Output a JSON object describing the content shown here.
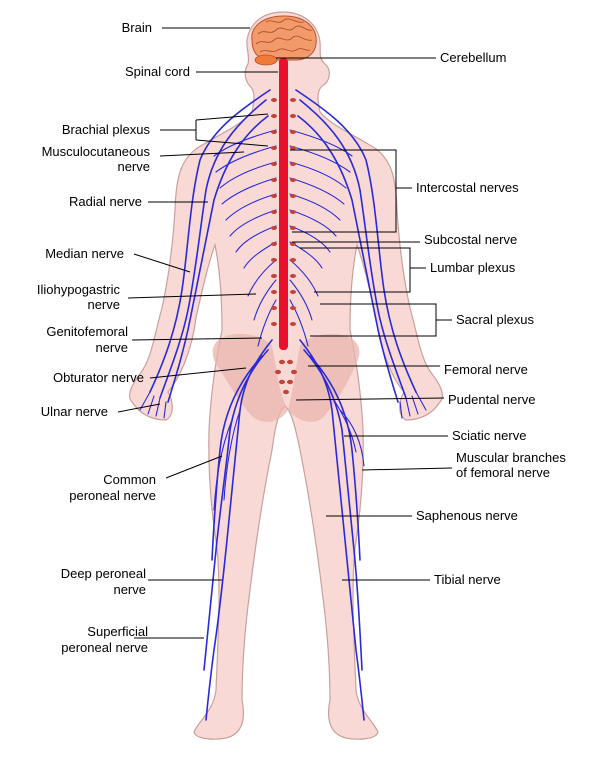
{
  "colors": {
    "body_fill": "#f9d9d6",
    "body_stroke": "#c9a19c",
    "pelvis_fill": "#e9b4ad",
    "brain_fill": "#f39a6a",
    "spinal_cord": "#e8102a",
    "nerve": "#2a2ad8",
    "ganglion": "#c0443a"
  },
  "labels": {
    "brain": "Brain",
    "spinal_cord": "Spinal cord",
    "brachial_plexus": "Brachial plexus",
    "musculocutaneous_1": "Musculocutaneous",
    "musculocutaneous_2": "nerve",
    "radial_nerve": "Radial nerve",
    "median_nerve": "Median nerve",
    "iliohypogastric_1": "Iliohypogastric",
    "iliohypogastric_2": "nerve",
    "genitofemoral_1": "Genitofemoral",
    "genitofemoral_2": "nerve",
    "obturator_nerve": "Obturator nerve",
    "ulnar_nerve": "Ulnar nerve",
    "common_peroneal_1": "Common",
    "common_peroneal_2": "peroneal nerve",
    "deep_peroneal_1": "Deep peroneal",
    "deep_peroneal_2": "nerve",
    "superficial_peroneal_1": "Superficial",
    "superficial_peroneal_2": "peroneal nerve",
    "cerebellum": "Cerebellum",
    "intercostal_nerves": "Intercostal nerves",
    "subcostal_nerve": "Subcostal nerve",
    "lumbar_plexus": "Lumbar plexus",
    "sacral_plexus": "Sacral plexus",
    "femoral_nerve": "Femoral nerve",
    "pudental_nerve": "Pudental nerve",
    "sciatic_nerve": "Sciatic nerve",
    "muscular_branches_1": "Muscular branches",
    "muscular_branches_2": "of femoral nerve",
    "saphenous_nerve": "Saphenous nerve",
    "tibial_nerve": "Tibial nerve"
  }
}
